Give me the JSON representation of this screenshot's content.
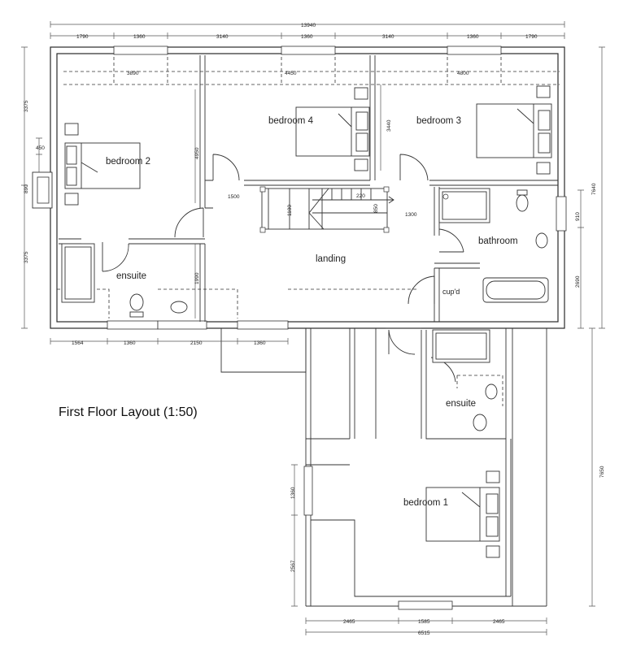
{
  "title": "First Floor Layout (1:50)",
  "rooms": {
    "bedroom1": "bedroom 1",
    "bedroom2": "bedroom 2",
    "bedroom3": "bedroom 3",
    "bedroom4": "bedroom 4",
    "bathroom": "bathroom",
    "landing": "landing",
    "ensuite_left": "ensuite",
    "ensuite_right": "ensuite",
    "cupboard": "cup'd"
  },
  "dimensions": {
    "overall_top": "13940",
    "top_segments": [
      "1790",
      "1360",
      "3140",
      "1360",
      "3140",
      "1360",
      "1790"
    ],
    "inner_top": [
      "3890",
      "4450",
      "4800"
    ],
    "left_side": [
      "3375",
      "3375"
    ],
    "left_small_450": "450",
    "left_small_890": "890",
    "left_4950": "4950",
    "left_1990": "1990",
    "bedroom4_3440": "3440",
    "landing_1500": "1500",
    "stair_1100": "1100",
    "stair_220": "220",
    "stair_850": "850",
    "stair_1300": "1300",
    "right_7640": "7640",
    "right_910": "910",
    "right_2690": "2690",
    "right_7650": "7650",
    "bottom_left": [
      "1564",
      "1360",
      "2150",
      "1360"
    ],
    "wing_left_1360": "1360",
    "wing_left_2567": "2567",
    "wing_bottom": [
      "2465",
      "1585",
      "2465"
    ],
    "wing_overall": "6515"
  }
}
